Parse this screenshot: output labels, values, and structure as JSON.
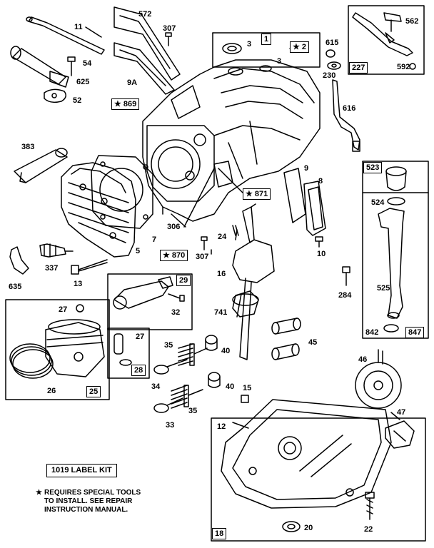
{
  "callouts": {
    "p11": "11",
    "p54": "54",
    "p625": "625",
    "p52": "52",
    "p572": "572",
    "p307a": "307",
    "p9a": "9A",
    "p3a": "3",
    "p3b": "3",
    "p615": "615",
    "p230": "230",
    "p616": "616",
    "p562": "562",
    "p592": "592",
    "p383": "383",
    "p7": "7",
    "p5": "5",
    "p337": "337",
    "p13": "13",
    "p635": "635",
    "p306": "306",
    "p307b": "307",
    "p24": "24",
    "p9": "9",
    "p8": "8",
    "p10": "10",
    "p16": "16",
    "p741": "741",
    "p284": "284",
    "p524": "524",
    "p525": "525",
    "p842": "842",
    "p32": "32",
    "p27a": "27",
    "p27b": "27",
    "p26": "26",
    "p35a": "35",
    "p35b": "35",
    "p34": "34",
    "p40a": "40",
    "p40b": "40",
    "p33": "33",
    "p15": "15",
    "p45": "45",
    "p46": "46",
    "p47": "47",
    "p12": "12",
    "p20": "20",
    "p22": "22"
  },
  "boxed": {
    "b1": "1",
    "b2": "★ 2",
    "b227": "227",
    "b869": "★ 869",
    "b871": "★ 871",
    "b870": "★ 870",
    "b29": "29",
    "b25": "25",
    "b28": "28",
    "b523": "523",
    "b847": "847",
    "b18": "18"
  },
  "kit_label": "1019 LABEL KIT",
  "note": {
    "star": "★",
    "line1": "REQUIRES SPECIAL TOOLS",
    "line2": "TO INSTALL.  SEE REPAIR",
    "line3": "INSTRUCTION MANUAL."
  }
}
